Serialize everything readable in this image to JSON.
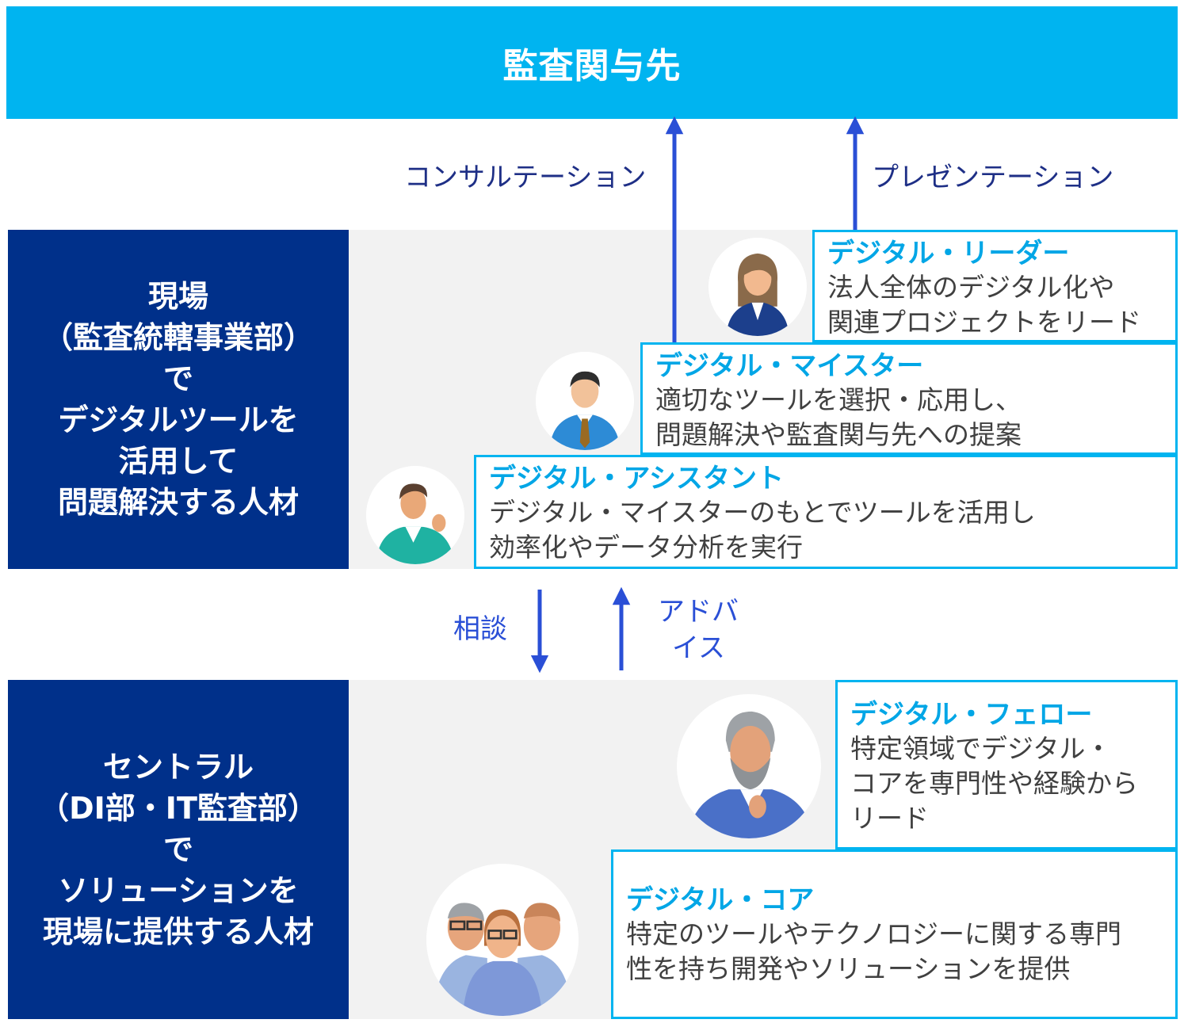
{
  "banner": {
    "title": "監査関与先"
  },
  "top_flows": {
    "consultation": "コンサルテーション",
    "presentation": "プレゼンテーション"
  },
  "middle_flows": {
    "consult": "相談",
    "advice_line1": "アドバ",
    "advice_line2": "イス"
  },
  "field_group": {
    "lines": [
      "現場",
      "（監査統轄事業部）",
      "で",
      "デジタルツールを",
      "活用して",
      "問題解決する人材"
    ]
  },
  "central_group": {
    "lines": [
      "セントラル",
      "（DI部・IT監査部）",
      "で",
      "ソリューションを",
      "現場に提供する人材"
    ]
  },
  "roles": {
    "leader": {
      "title": "デジタル・リーダー",
      "desc": [
        "法人全体のデジタル化や",
        "関連プロジェクトをリード"
      ]
    },
    "meister": {
      "title": "デジタル・マイスター",
      "desc": [
        "適切なツールを選択・応用し、",
        "問題解決や監査関与先への提案"
      ]
    },
    "assistant": {
      "title": "デジタル・アシスタント",
      "desc": [
        "デジタル・マイスターのもとでツールを活用し",
        "効率化やデータ分析を実行"
      ]
    },
    "fellow": {
      "title": "デジタル・フェロー",
      "desc": [
        "特定領域でデジタル・",
        "コアを専門性や経験から",
        "リード"
      ]
    },
    "core": {
      "title": "デジタル・コア",
      "desc": [
        "特定のツールやテクノロジーに関する専門",
        "性を持ち開発やソリューションを提供"
      ]
    }
  },
  "colors": {
    "banner": "#00b4f0",
    "navy": "#00308a",
    "role_border": "#00b4f0",
    "arrow": "#2a4fd6",
    "flow_text": "#1e2f86"
  },
  "icons": [
    "woman-avatar-icon",
    "man-tie-avatar-icon",
    "young-man-avatar-icon",
    "gray-beard-man-avatar-icon",
    "group-avatar-icon"
  ]
}
